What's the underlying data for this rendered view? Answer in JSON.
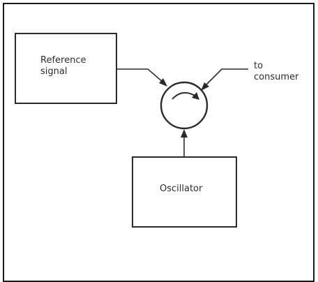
{
  "diagram": {
    "reference_box": {
      "line1": "Reference",
      "line2": "signal"
    },
    "oscillator_box": {
      "label": "Oscillator"
    },
    "output": {
      "line1": "to",
      "line2": "consumer"
    },
    "colors": {
      "ink": "#2a2a2a",
      "background": "#ffffff"
    }
  }
}
